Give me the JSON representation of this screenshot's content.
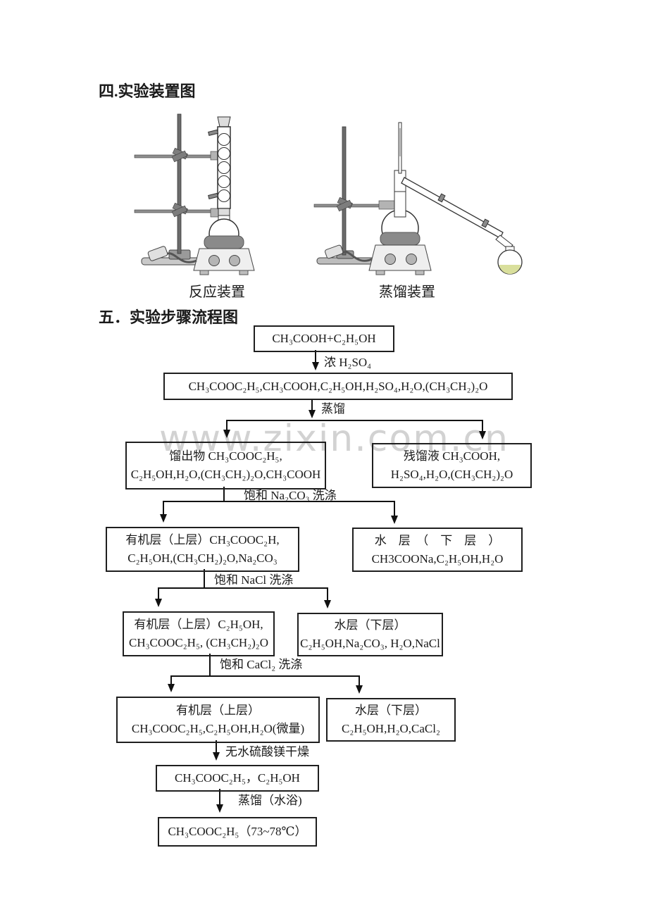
{
  "document": {
    "section4_title": "四.实验装置图",
    "section5_title": "五．实验步骤流程图",
    "watermark": "www.zixin.com.cn"
  },
  "figures": {
    "reaction_caption": "反应装置",
    "distillation_caption": "蒸馏装置"
  },
  "flowchart": {
    "box_start": "CH₃COOH+C₂H₅OH",
    "label_h2so4": "浓 H₂SO₄",
    "box_mixture": "CH₃COOC₂H₅,CH₃COOH,C₂H₅OH,H₂SO₄,H₂O,(CH₃CH₂)₂O",
    "label_distill": "蒸馏",
    "box_distillate": {
      "l1": "馏出物 CH₃COOC₂H₅,",
      "l2": "C₂H₅OH,H₂O,(CH₃CH₂)₂O,CH₃COOH"
    },
    "box_residue": {
      "l1": "残馏液 CH₃COOH,",
      "l2": "H₂SO₄,H₂O,(CH₃CH₂)₂O"
    },
    "label_na2co3": "饱和 Na₂CO₃ 洗涤",
    "box_organic1": {
      "l1": "有机层（上层）CH₃COOC₂H,",
      "l2": "C₂H₅OH,(CH₃CH₂)₂O,Na₂CO₃"
    },
    "box_water1": {
      "l1": "水　层　（　下　层　）",
      "l2": "CH3COONa,C₂H₅OH,H₂O"
    },
    "label_nacl": "饱和 NaCl 洗涤",
    "box_organic2": {
      "l1": "有机层（上层）C₂H₅OH,",
      "l2": "CH₃COOC₂H₅, (CH₃CH₂)₂O"
    },
    "box_water2": {
      "l1": "水层（下层）",
      "l2": "C₂H₅OH,Na₂CO₃, H₂O,NaCl"
    },
    "label_cacl2": "饱和 CaCl₂ 洗涤",
    "box_organic3": {
      "l1": "有机层（上层）",
      "l2": "CH₃COOC₂H₅,C₂H₅OH,H₂O(微量)"
    },
    "box_water3": {
      "l1": "水层（下层）",
      "l2": "C₂H₅OH,H₂O,CaCl₂"
    },
    "label_drying": "无水硫酸镁干燥",
    "box_dried": "CH₃COOC₂H₅，C₂H₅OH",
    "label_distill_bath": "蒸馏（水浴)",
    "box_product": "CH₃COOC₂H₅（73~78℃）"
  }
}
